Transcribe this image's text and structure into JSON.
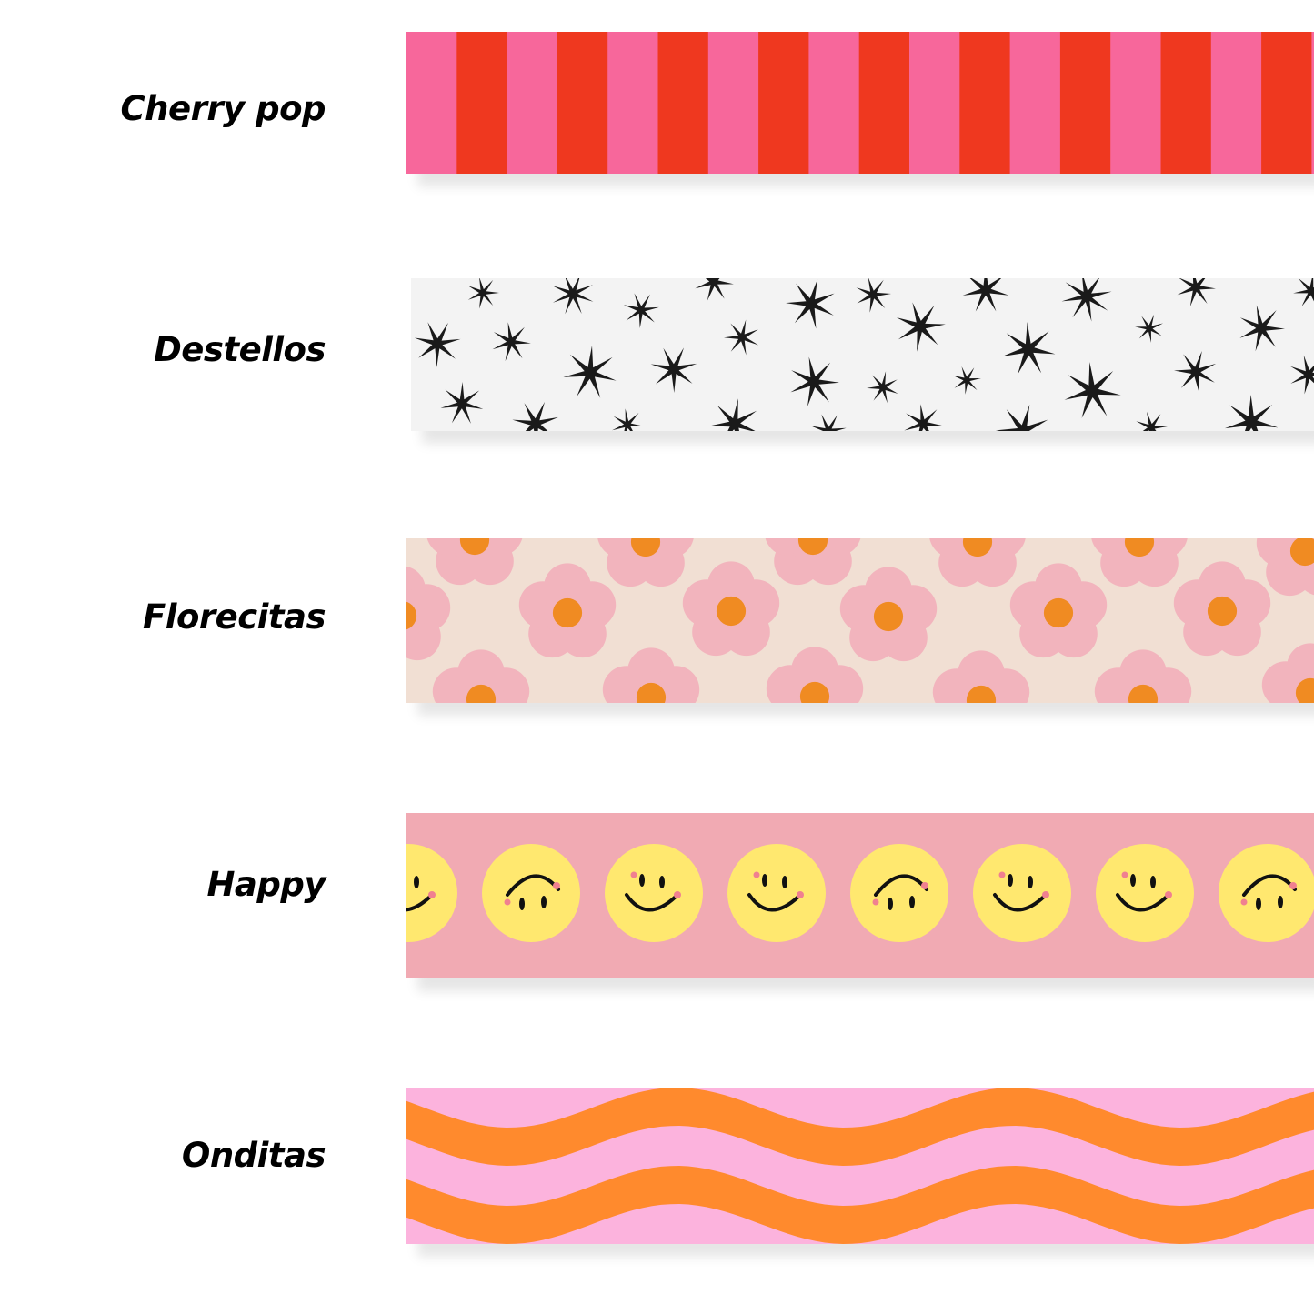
{
  "tapes": [
    {
      "name": "Cherry pop",
      "pattern": "stripes",
      "colors": [
        "#f7679b",
        "#ef381f"
      ]
    },
    {
      "name": "Destellos",
      "pattern": "sparkles",
      "colors": [
        "#f3f3f3",
        "#1a1a1a"
      ]
    },
    {
      "name": "Florecitas",
      "pattern": "daisies",
      "colors": [
        "#f1dfd3",
        "#f2b4bd",
        "#f08b22"
      ]
    },
    {
      "name": "Happy",
      "pattern": "smileys",
      "colors": [
        "#f1aab3",
        "#ffe86f",
        "#111111",
        "#f08090"
      ]
    },
    {
      "name": "Onditas",
      "pattern": "waves",
      "colors": [
        "#fcb3dd",
        "#ff8a2d"
      ]
    }
  ]
}
